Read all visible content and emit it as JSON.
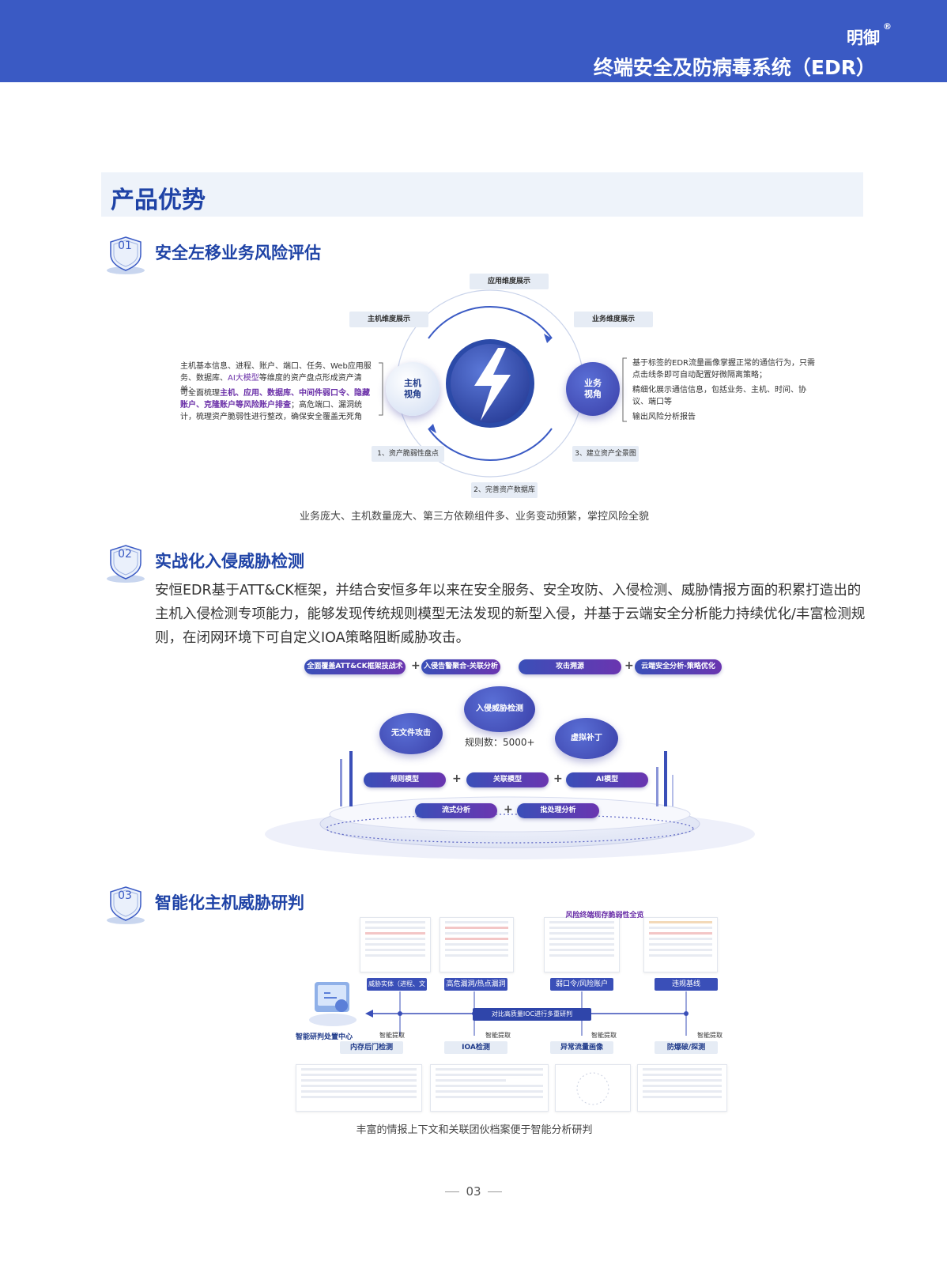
{
  "header": {
    "brand": "明御",
    "reg": "®",
    "product": "终端安全及防病毒系统（EDR）",
    "color": "#3a5ac4"
  },
  "section": {
    "title": "产品优势"
  },
  "s1": {
    "num": "01",
    "title": "安全左移业务风险评估",
    "top_pill": "应用维度展示",
    "left_pill": "主机维度展示",
    "right_pill": "业务维度展示",
    "left_node": "主机\n视角",
    "right_node": "业务\n视角",
    "step1": "1、资产脆弱性盘点",
    "step2": "2、完善资产数据库",
    "step3": "3、建立资产全景图",
    "left_text_1a": "主机基本信息、进程、账户、端口、任务、Web应用服务、数据库、",
    "left_text_1b": "AI大模型",
    "left_text_1c": "等维度的资产盘点形成资产清单；",
    "left_text_2a": "可全面梳理",
    "left_text_2b": "主机、应用、数据库、中间件弱口令、隐藏账户、克隆账户等风险账户排查",
    "left_text_2c": "；高危端口、漏洞统计，梳理资产脆弱性进行整改，确保安全覆盖无死角",
    "right_text_1": "基于标签的EDR流量画像掌握正常的通信行为，只需点击线条即可自动配置好微隔离策略；",
    "right_text_2": "精细化展示通信信息，包括业务、主机、时间、协议、端口等",
    "right_text_3": "输出风险分析报告",
    "caption": "业务庞大、主机数量庞大、第三方依赖组件多、业务变动频繁，掌控风险全貌"
  },
  "s2": {
    "num": "02",
    "title": "实战化入侵威胁检测",
    "paragraph": "安恒EDR基于ATT&CK框架，并结合安恒多年以来在安全服务、安全攻防、入侵检测、威胁情报方面的积累打造出的主机入侵检测专项能力，能够发现传统规则模型无法发现的新型入侵，并基于云端安全分析能力持续优化/丰富检测规则，在闭网环境下可自定义IOA策略阻断威胁攻击。",
    "top_tags": [
      "全面覆盖ATT&CK框架技战术",
      "入侵告警聚合-关联分析",
      "攻击溯源",
      "云端安全分析-策略优化"
    ],
    "center": "入侵威胁检测",
    "left_bubble": "无文件攻击",
    "right_bubble": "虚拟补丁",
    "rules": "规则数：5000+",
    "mid_tags": [
      "规则模型",
      "关联模型",
      "AI模型"
    ],
    "bottom_tags": [
      "流式分析",
      "批处理分析"
    ],
    "plus": "+"
  },
  "s3": {
    "num": "03",
    "title": "智能化主机威胁研判",
    "panel_title": "风险终端现存脆弱性全览",
    "top_tags": [
      "威胁实体（进程、文件、域名、IP）",
      "高危漏洞/热点漏洞",
      "弱口令/风险账户",
      "违规基线"
    ],
    "center_bar": "对比高质量IOC进行多重研判",
    "center_node": "智能研判处置中心",
    "extract": "智能提取",
    "bottom_tags": [
      "内存后门检测",
      "IOA检测",
      "异常流量画像",
      "防爆破/探测"
    ],
    "caption": "丰富的情报上下文和关联团伙档案便于智能分析研判"
  },
  "footer": {
    "page": "03"
  }
}
